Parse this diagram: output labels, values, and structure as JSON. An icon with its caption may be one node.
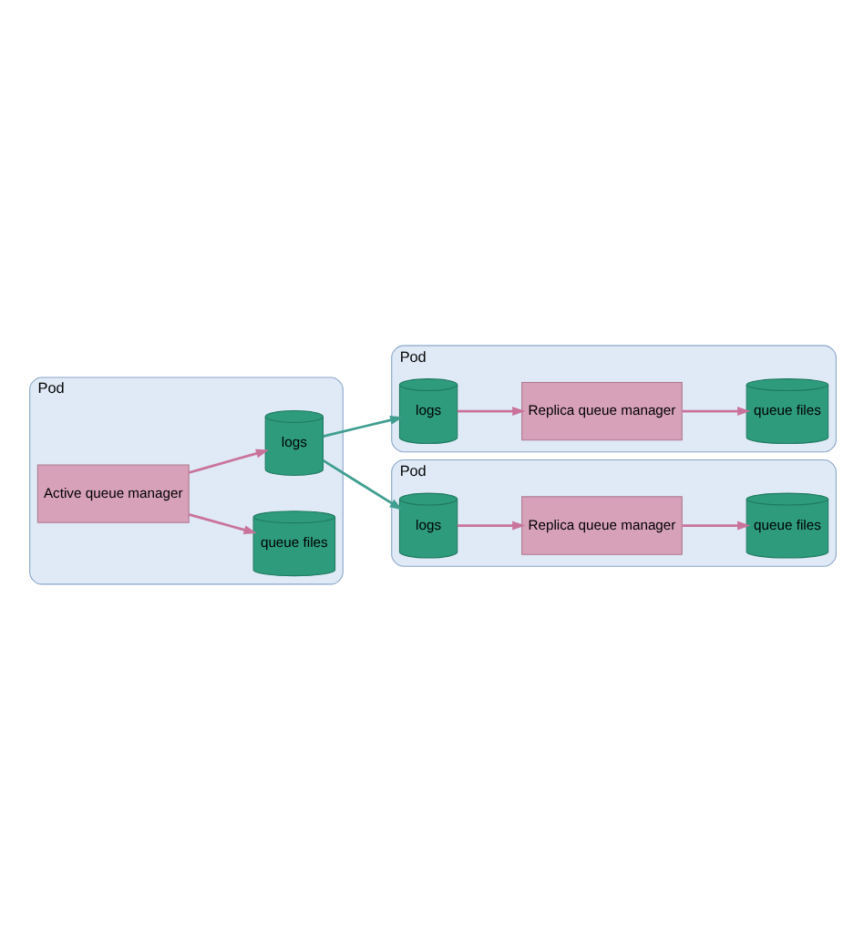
{
  "diagram": {
    "nodes": [
      {
        "text": [
          "Pod"
        ]
      },
      {
        "text": [
          "Active queue manager"
        ],
        "in": 0
      },
      {
        "text": [
          "queue files"
        ],
        "in": 0
      },
      {
        "text": [
          "logs"
        ],
        "in": 0
      },
      {
        "text": [
          "Pod"
        ]
      },
      {
        "text": [
          "Replica queue manager"
        ],
        "in": 4
      },
      {
        "text": [
          "logs"
        ],
        "in": 4
      },
      {
        "text": [
          "queue files"
        ],
        "in": 4
      },
      {
        "text": [
          "Pod"
        ]
      },
      {
        "text": [
          "Replica queue manager"
        ],
        "in": 8
      },
      {
        "text": [
          "logs"
        ],
        "in": 8
      },
      {
        "text": [
          "queue files"
        ],
        "in": 8
      }
    ],
    "edges": [
      {
        "from": 1,
        "to": 2,
        "arrow": "to"
      },
      {
        "from": 1,
        "to": 3,
        "arrow": "to"
      },
      {
        "from": 3,
        "to": 6,
        "arrow": "to",
        "color": "#3f9e8f"
      },
      {
        "from": 3,
        "to": 10,
        "arrow": "to",
        "color": "#3f9e8f"
      },
      {
        "from": 6,
        "to": 5,
        "arrow": "to"
      },
      {
        "from": 5,
        "to": 7,
        "arrow": "to"
      },
      {
        "from": 10,
        "to": 9,
        "arrow": "to"
      },
      {
        "from": 9,
        "to": 11,
        "arrow": "to"
      }
    ]
  }
}
